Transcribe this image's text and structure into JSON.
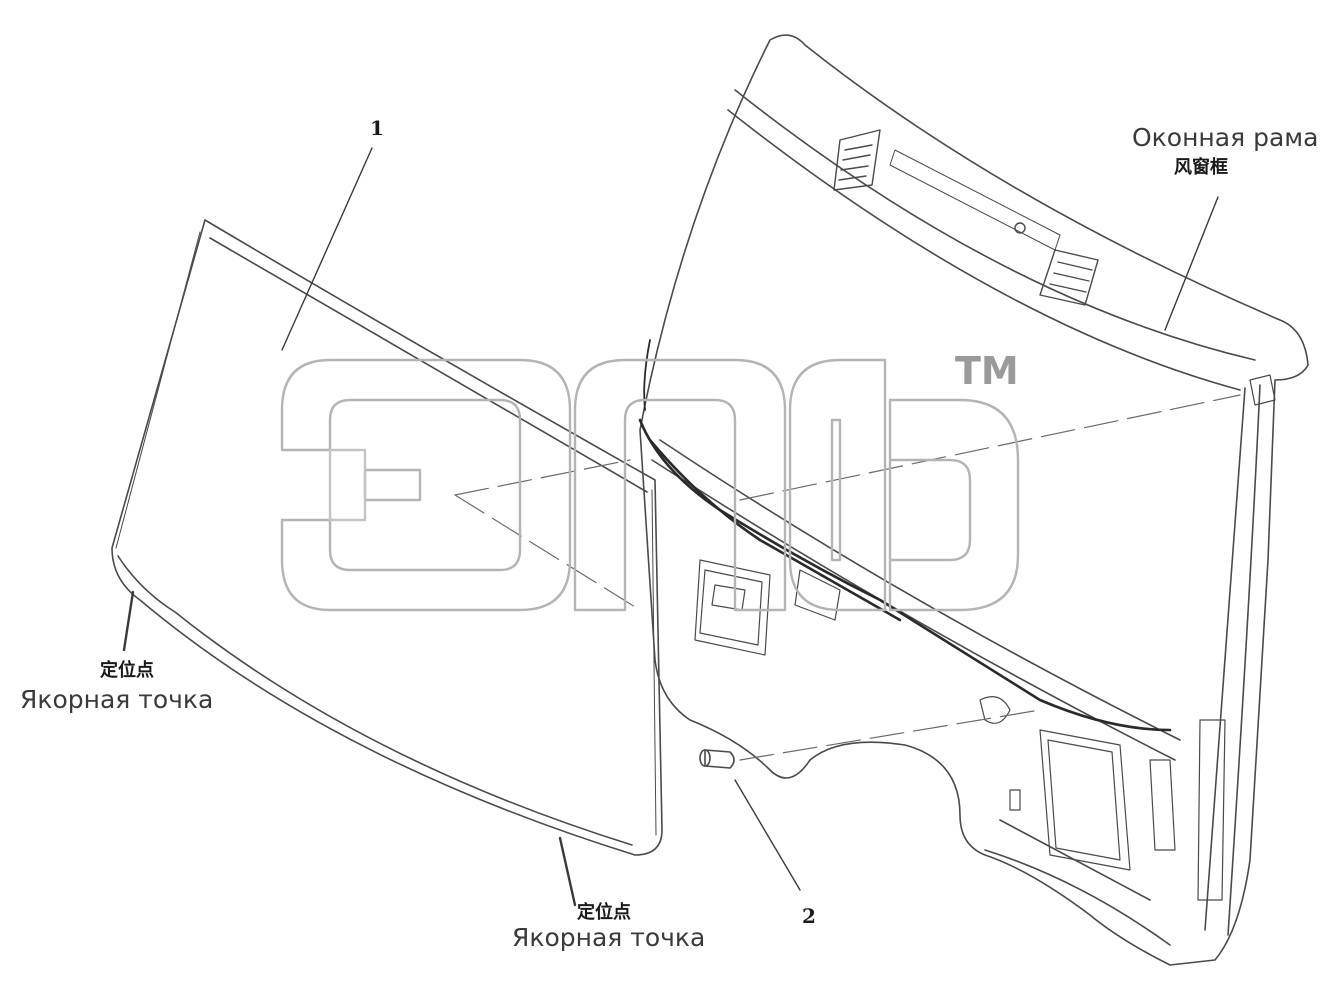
{
  "labels": {
    "part_1": "1",
    "part_2": "2",
    "frame_ru": "Оконная рама",
    "frame_cn": "风窗框",
    "anchor_left_cn": "定位点",
    "anchor_left_ru": "Якорная точка",
    "anchor_bottom_cn": "定位点",
    "anchor_bottom_ru": "Якорная точка"
  },
  "watermark": {
    "trademark": "TM",
    "logo_icon": "company-logo-outline-icon"
  },
  "colors": {
    "line": "#4a4a4a",
    "watermark": "#b4b4b4"
  }
}
